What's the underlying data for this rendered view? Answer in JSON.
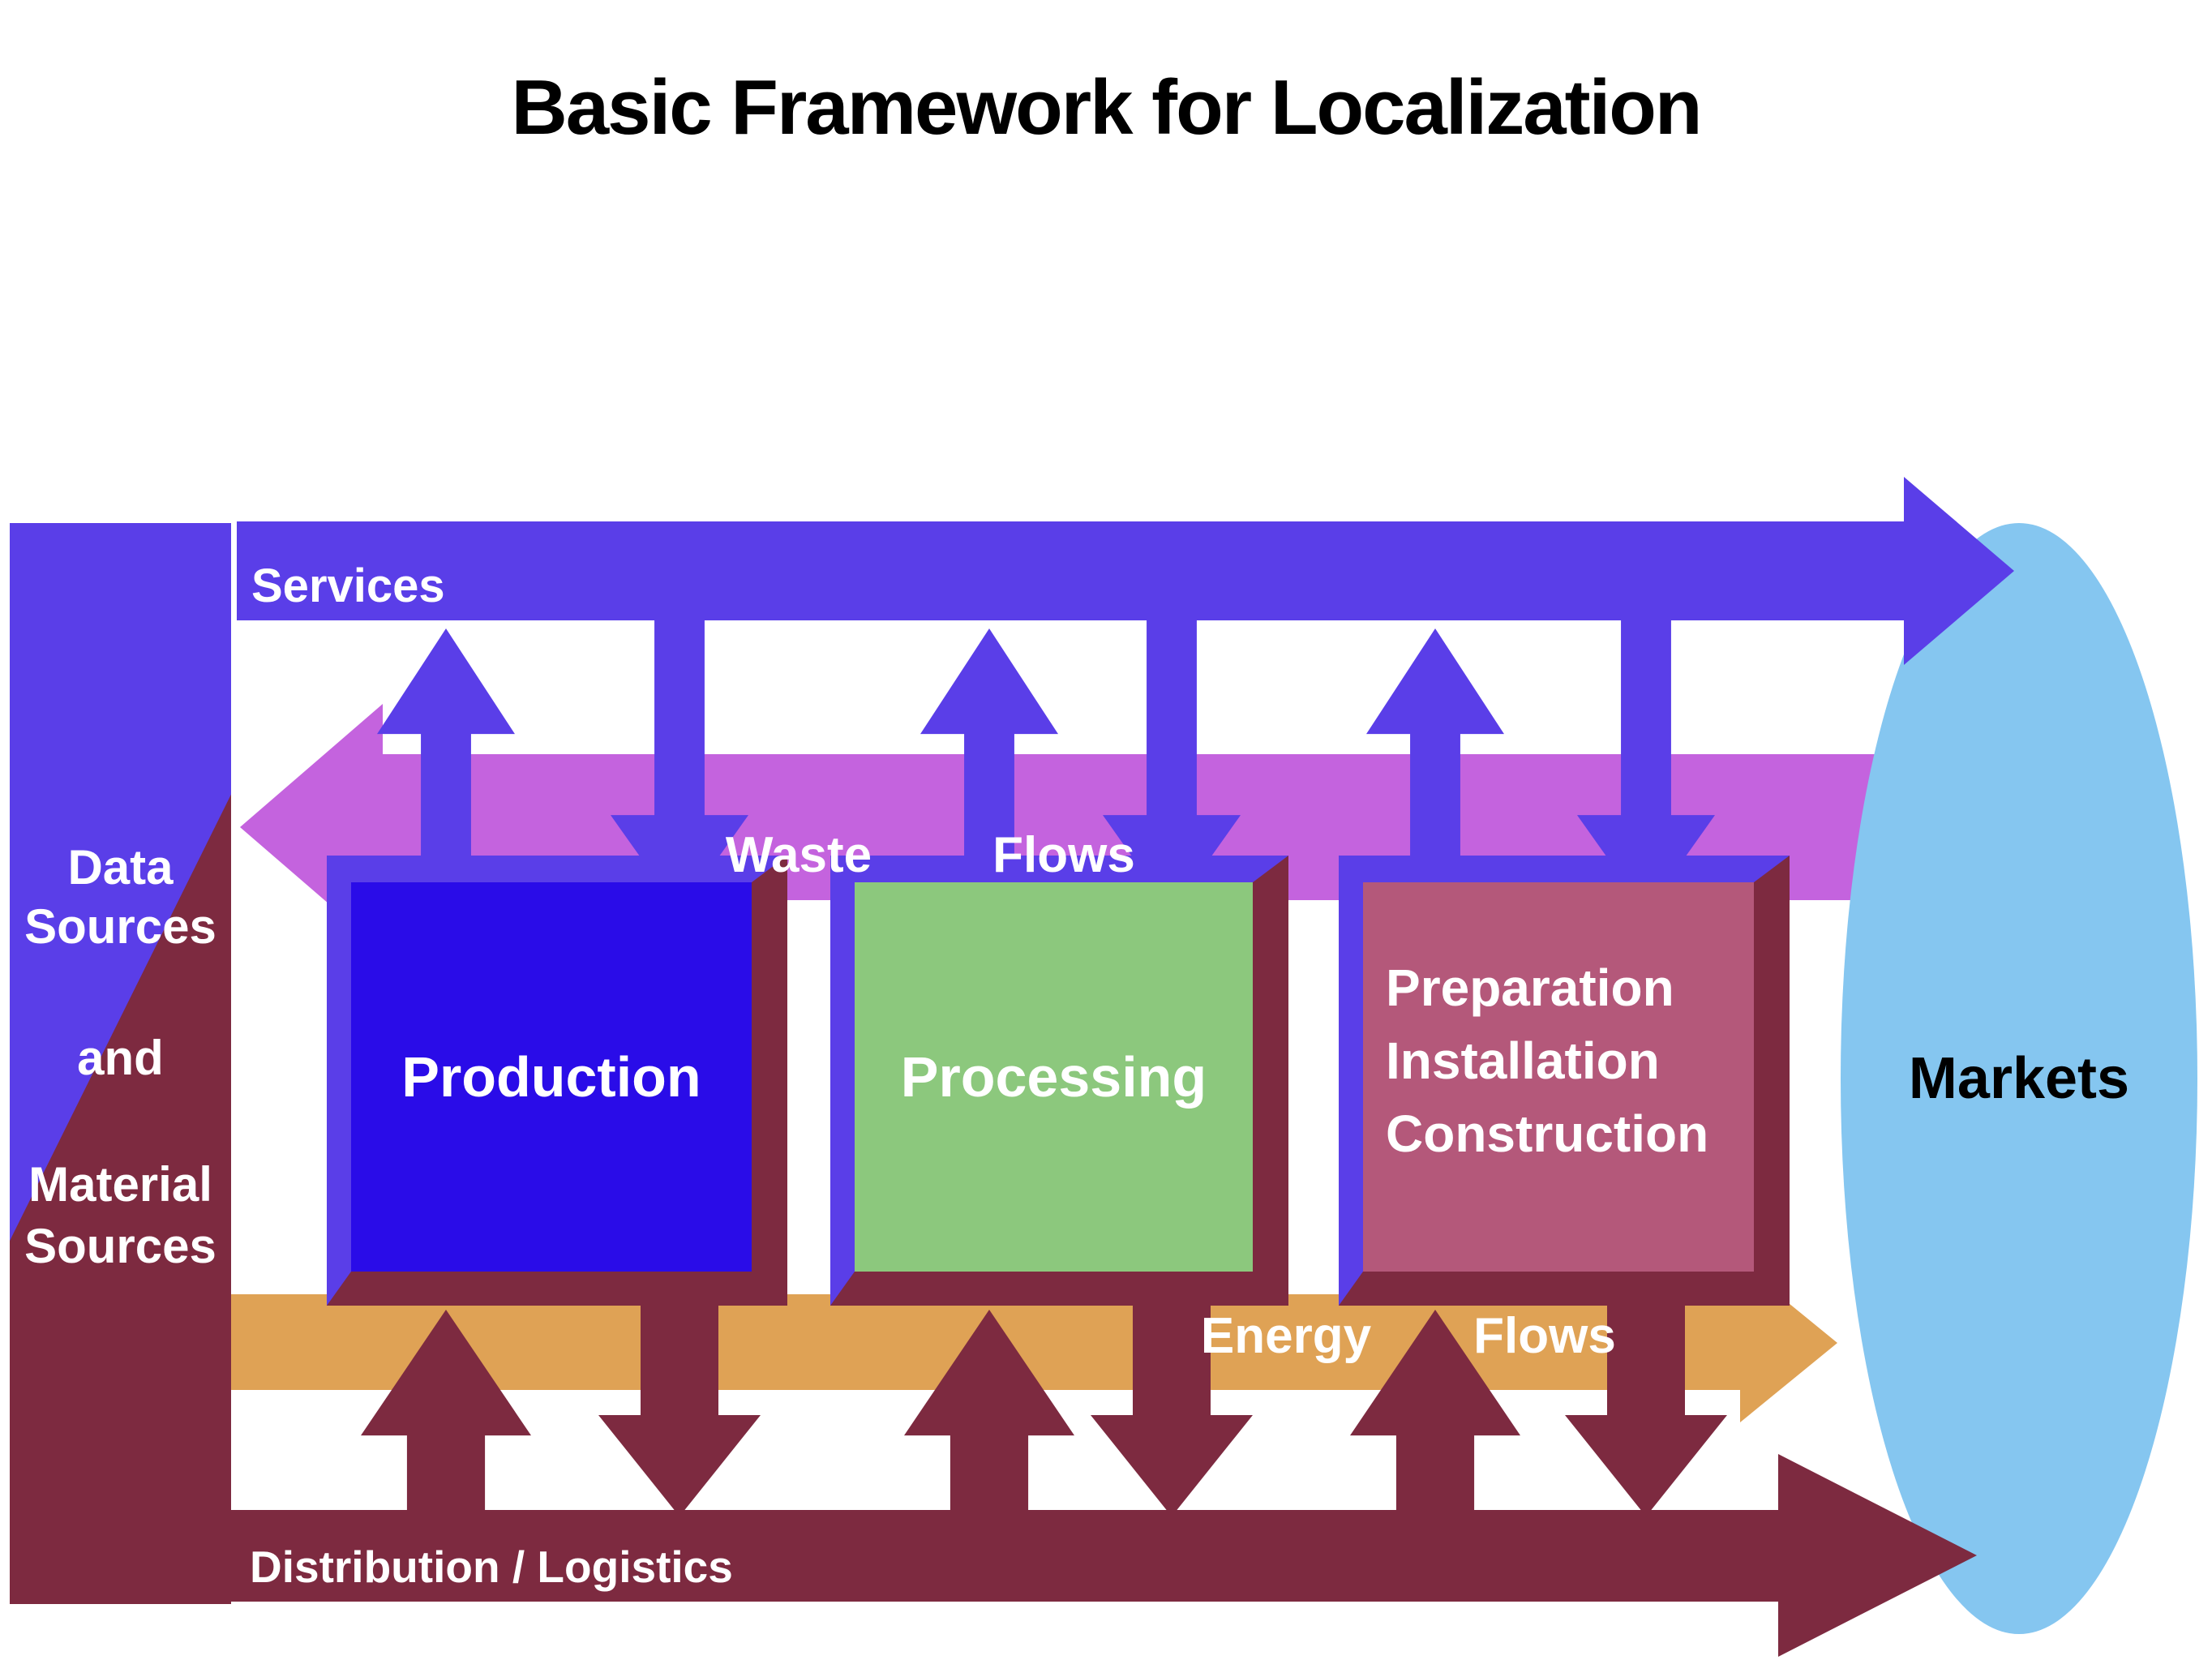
{
  "title": "Basic Framework for Localization",
  "colors": {
    "primary_purple": "#5A3EE8",
    "waste_magenta": "#C463DE",
    "energy_orange": "#DFA255",
    "distribution_maroon": "#7D2A40",
    "production_blue": "#2A0CE8",
    "processing_green": "#8CC87D",
    "preparation_rose": "#B4587A",
    "markets_blue": "#85C6F0",
    "title_black": "#000000",
    "label_white": "#FFFFFF"
  },
  "left_panel": {
    "lines": [
      "Data",
      "Sources",
      "and",
      "Material",
      "Sources"
    ]
  },
  "flows": {
    "services": {
      "label": "Services",
      "direction": "right"
    },
    "waste": {
      "word_1": "Waste",
      "word_2": "Flows",
      "direction": "left"
    },
    "energy": {
      "word_1": "Energy",
      "word_2": "Flows",
      "direction": "right"
    },
    "distribution": {
      "label": "Distribution / Logistics",
      "direction": "right"
    }
  },
  "stages": [
    {
      "label": "Production"
    },
    {
      "label": "Processing"
    },
    {
      "lines": [
        "Preparation",
        "Installation",
        "Construction"
      ]
    }
  ],
  "markets": {
    "label": "Markets"
  }
}
